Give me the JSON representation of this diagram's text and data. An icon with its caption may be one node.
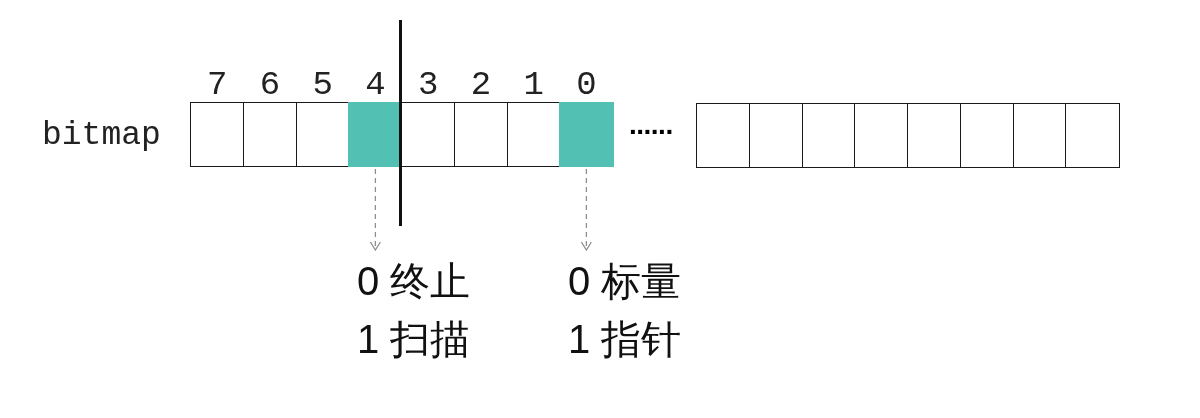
{
  "diagram": {
    "nodes": [
      {
        "text": [],
        "shape": "box",
        "beside": [
          "7"
        ]
      },
      {
        "text": [],
        "shape": "box",
        "beside": [
          "6"
        ]
      },
      {
        "text": [],
        "shape": "box",
        "beside": [
          "5"
        ]
      },
      {
        "text": [],
        "shape": "box",
        "beside": [
          "4"
        ]
      },
      {
        "text": [],
        "shape": "box",
        "beside": [
          "3"
        ]
      },
      {
        "text": [],
        "shape": "box",
        "beside": [
          "2"
        ]
      },
      {
        "text": [],
        "shape": "box",
        "beside": [
          "1"
        ]
      },
      {
        "text": [],
        "shape": "box",
        "beside": [
          "0"
        ]
      },
      {
        "text": [],
        "shape": "box"
      },
      {
        "text": [],
        "shape": "box"
      },
      {
        "text": [],
        "shape": "box"
      },
      {
        "text": [],
        "shape": "box"
      },
      {
        "text": [],
        "shape": "box"
      },
      {
        "text": [],
        "shape": "box"
      },
      {
        "text": [],
        "shape": "box"
      },
      {
        "text": [],
        "shape": "box"
      },
      {
        "text": [
          "0 终止",
          "1 扫描"
        ]
      },
      {
        "text": [
          "0 标量",
          "1 指针"
        ]
      }
    ],
    "edges": [
      {
        "from": 3,
        "to": 16,
        "arrow": "to",
        "style": "dashed"
      },
      {
        "from": 7,
        "to": 17,
        "arrow": "to",
        "style": "dashed"
      }
    ],
    "labels": [
      "bitmap",
      "......"
    ]
  }
}
